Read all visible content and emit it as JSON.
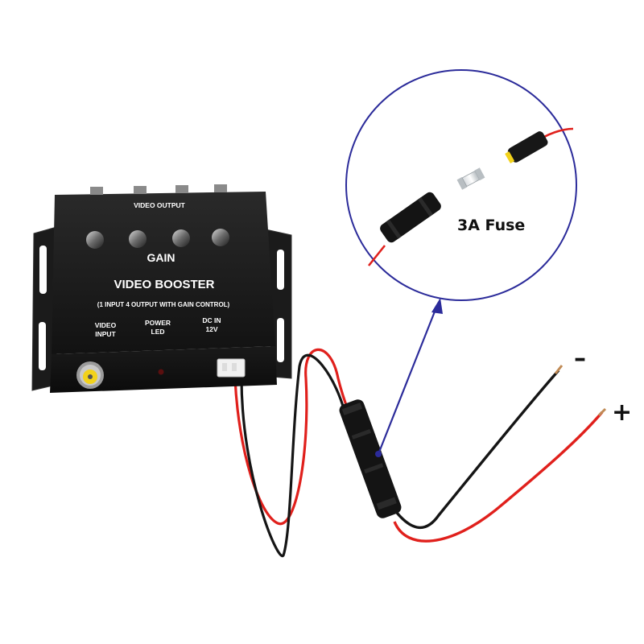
{
  "product": {
    "video_output_label": "VIDEO OUTPUT",
    "gain_label": "GAIN",
    "title": "VIDEO BOOSTER",
    "subtitle": "(1 INPUT 4 OUTPUT WITH GAIN CONTROL)",
    "video_input_line1": "VIDEO",
    "video_input_line2": "INPUT",
    "power_led_line1": "POWER",
    "power_led_line2": "LED",
    "dc_in_line1": "DC IN",
    "dc_in_line2": "12V"
  },
  "callout": {
    "fuse_label": "3A Fuse"
  },
  "wires": {
    "negative_symbol": "–",
    "positive_symbol": "+"
  },
  "colors": {
    "box_body": "#1c1c1c",
    "wire_red": "#e0201c",
    "wire_black": "#151515",
    "callout_circle": "#2b2b9a",
    "rca_yellow": "#f2d21b"
  }
}
